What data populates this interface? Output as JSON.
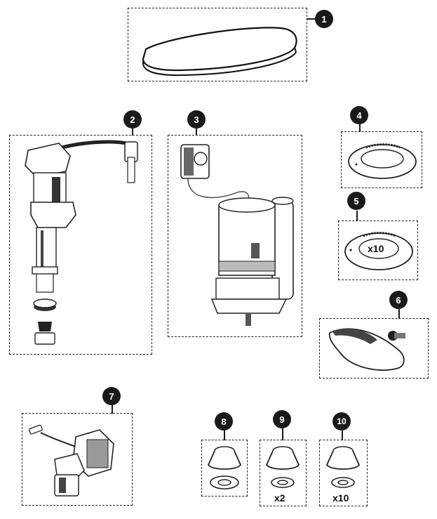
{
  "parts": [
    {
      "number": "1"
    },
    {
      "number": "2"
    },
    {
      "number": "3"
    },
    {
      "number": "4"
    },
    {
      "number": "5",
      "quantity": "x10"
    },
    {
      "number": "6"
    },
    {
      "number": "7"
    },
    {
      "number": "8"
    },
    {
      "number": "9",
      "quantity": "x2"
    },
    {
      "number": "10",
      "quantity": "x10"
    }
  ]
}
